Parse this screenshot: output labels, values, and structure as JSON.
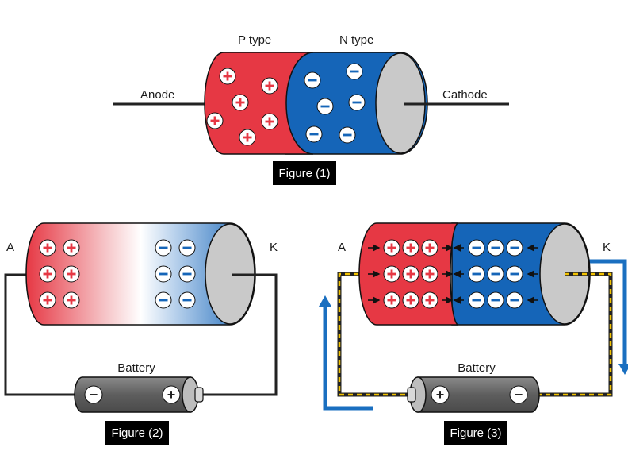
{
  "figure1": {
    "p_label": "P type",
    "n_label": "N type",
    "anode": "Anode",
    "cathode": "Cathode",
    "caption": "Figure (1)"
  },
  "figure2": {
    "a": "A",
    "k": "K",
    "battery": "Battery",
    "caption": "Figure (2)"
  },
  "figure3": {
    "a": "A",
    "k": "K",
    "battery": "Battery",
    "caption": "Figure (3)"
  },
  "symbols": {
    "plus": "+",
    "minus": "−"
  },
  "colors": {
    "p_region": "#e63844",
    "n_region": "#1565b8",
    "end_cap": "#c9c9c9",
    "battery_body": "#6b6b6b",
    "current_arrow": "#1a6fc0",
    "wire_highlight": "#f2c200",
    "caption_bg": "#000000"
  }
}
